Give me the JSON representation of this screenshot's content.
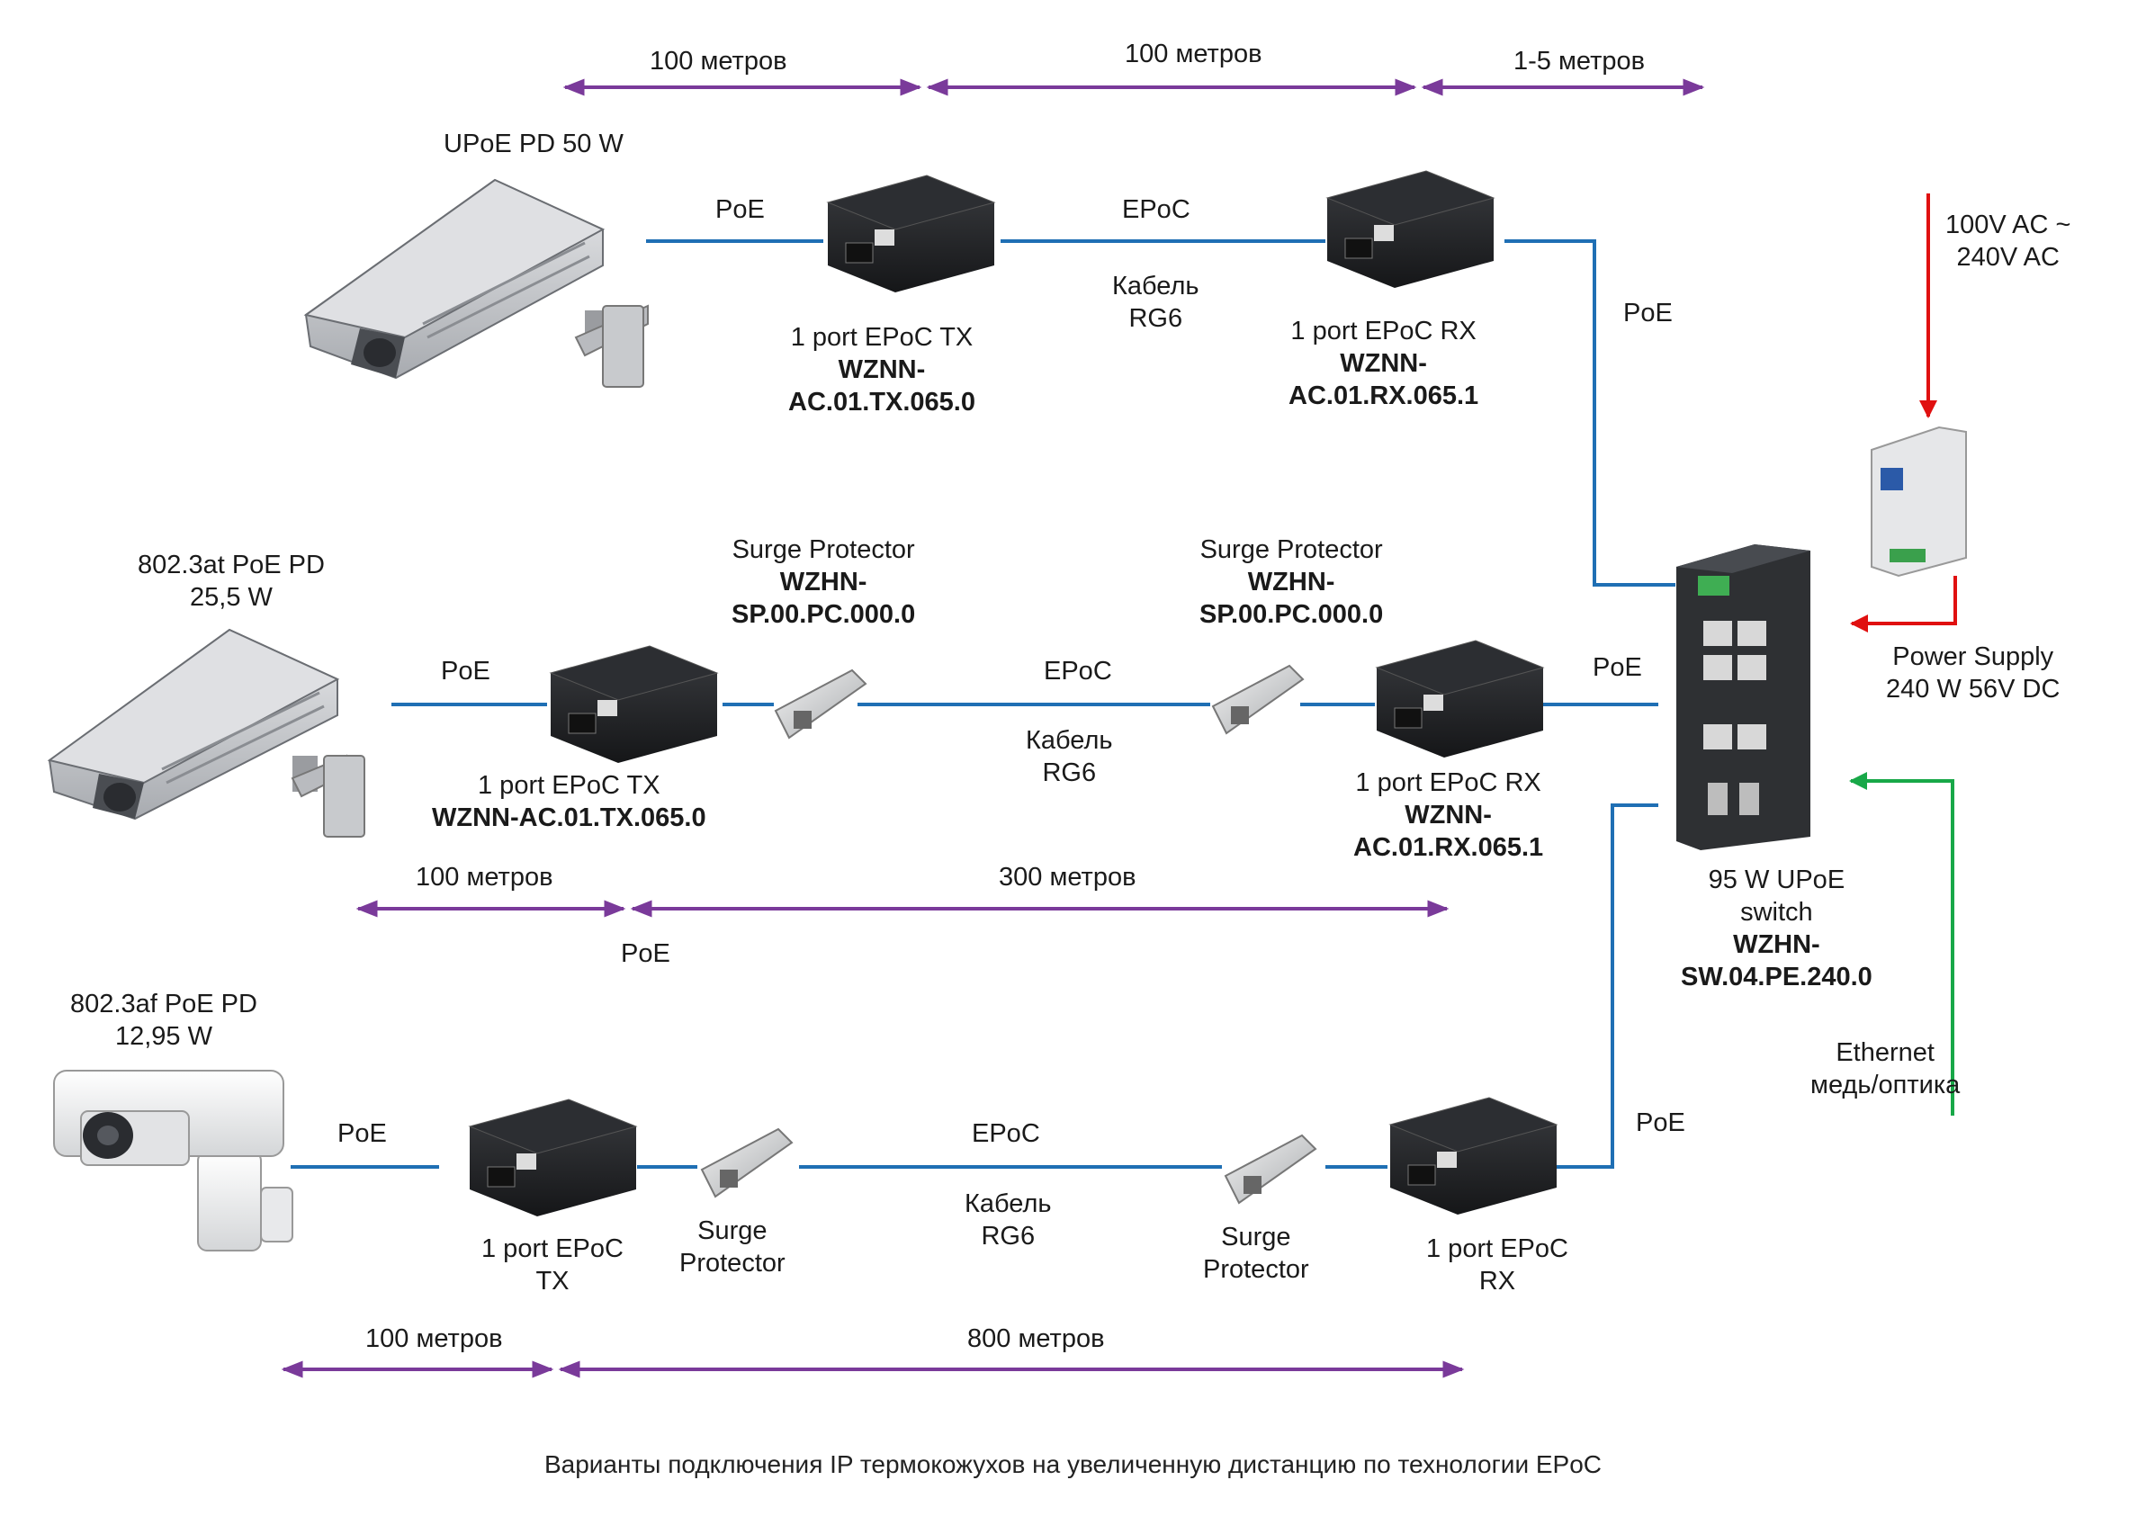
{
  "distances": {
    "row1": [
      "100 метров",
      "100 метров",
      "1-5 метров"
    ],
    "row2": [
      "100 метров",
      "300 метров"
    ],
    "row3": [
      "100 метров",
      "800 метров"
    ]
  },
  "links": {
    "poe": "PoE",
    "epoc": "EPoC",
    "cable": [
      "Кабель",
      "RG6"
    ]
  },
  "cameras": {
    "cam1": [
      "UPoE PD 50 W"
    ],
    "cam2": [
      "802.3at PoE PD",
      "25,5 W"
    ],
    "cam3": [
      "802.3af PoE PD",
      "12,95 W"
    ]
  },
  "devices": {
    "tx1": {
      "line": "1 port EPoC TX",
      "model": [
        "WZNN-",
        "AC.01.TX.065.0"
      ]
    },
    "rx1": {
      "line": "1 port EPoC RX",
      "model": [
        "WZNN-",
        "AC.01.RX.065.1"
      ]
    },
    "tx2": {
      "line": "1 port EPoC TX",
      "model": [
        "WZNN-AC.01.TX.065.0"
      ]
    },
    "rx2": {
      "line": "1 port EPoC RX",
      "model": [
        "WZNN-",
        "AC.01.RX.065.1"
      ]
    },
    "sp_a": {
      "line": "Surge Protector",
      "model": [
        "WZHN-",
        "SP.00.PC.000.0"
      ]
    },
    "sp_b": {
      "line": "Surge Protector",
      "model": [
        "WZHN-",
        "SP.00.PC.000.0"
      ]
    },
    "tx3": [
      "1 port EPoC",
      "TX"
    ],
    "rx3": [
      "1 port EPoC",
      "RX"
    ],
    "sp_c": [
      "Surge",
      "Protector"
    ],
    "sp_d": [
      "Surge",
      "Protector"
    ]
  },
  "switch": {
    "lines": [
      "95 W UPoE",
      "switch"
    ],
    "model": [
      "WZHN-",
      "SW.04.PE.240.0"
    ]
  },
  "power": {
    "input": [
      "100V AC ~",
      "240V AC"
    ],
    "supply": [
      "Power Supply",
      "240 W 56V DC"
    ]
  },
  "uplink": [
    "Ethernet",
    "медь/оптика"
  ],
  "caption": "Варианты подключения IP термокожухов на увеличенную дистанцию по технологии EPoC",
  "colors": {
    "cable": "#1f6fb4",
    "distance": "#7a3a9a",
    "ac_input": "#e01010",
    "dc_output": "#e01010",
    "ethernet": "#18a848"
  }
}
